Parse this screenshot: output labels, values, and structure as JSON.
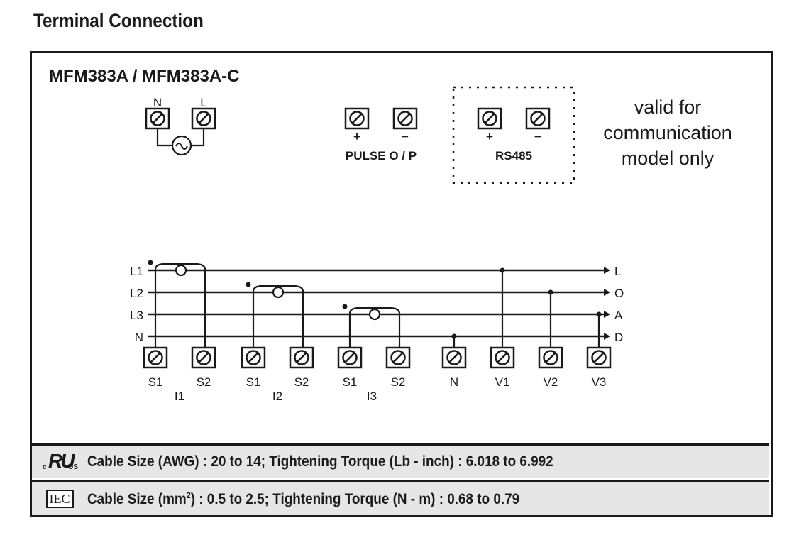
{
  "page": {
    "title": "Terminal Connection"
  },
  "diagram": {
    "model_title": "MFM383A / MFM383A-C",
    "supply": {
      "n_label": "N",
      "l_label": "L"
    },
    "pulse": {
      "plus": "+",
      "minus": "−",
      "label": "PULSE O / P"
    },
    "rs485": {
      "plus": "+",
      "minus": "−",
      "label": "RS485"
    },
    "note": {
      "line1": "valid for",
      "line2": "communication",
      "line3": "model only"
    },
    "lines": {
      "l1": "L1",
      "l2": "L2",
      "l3": "L3",
      "n": "N"
    },
    "load": {
      "l": "L",
      "o": "O",
      "a": "A",
      "d": "D"
    },
    "terminals": [
      "S1",
      "S2",
      "S1",
      "S2",
      "S1",
      "S2",
      "N",
      "V1",
      "V2",
      "V3"
    ],
    "groups": [
      "I1",
      "I2",
      "I3"
    ]
  },
  "footer": {
    "ul_c": "c",
    "ul_main": "RU",
    "ul_us": "US",
    "ul_text": "Cable Size (AWG) : 20 to 14; Tightening Torque (Lb - inch) : 6.018 to 6.992",
    "iec_logo": "IEC",
    "iec_text_pre": "Cable Size (mm",
    "iec_sup": "2",
    "iec_text_post": ") : 0.5 to 2.5; Tightening Torque (N - m) : 0.68 to 0.79"
  }
}
